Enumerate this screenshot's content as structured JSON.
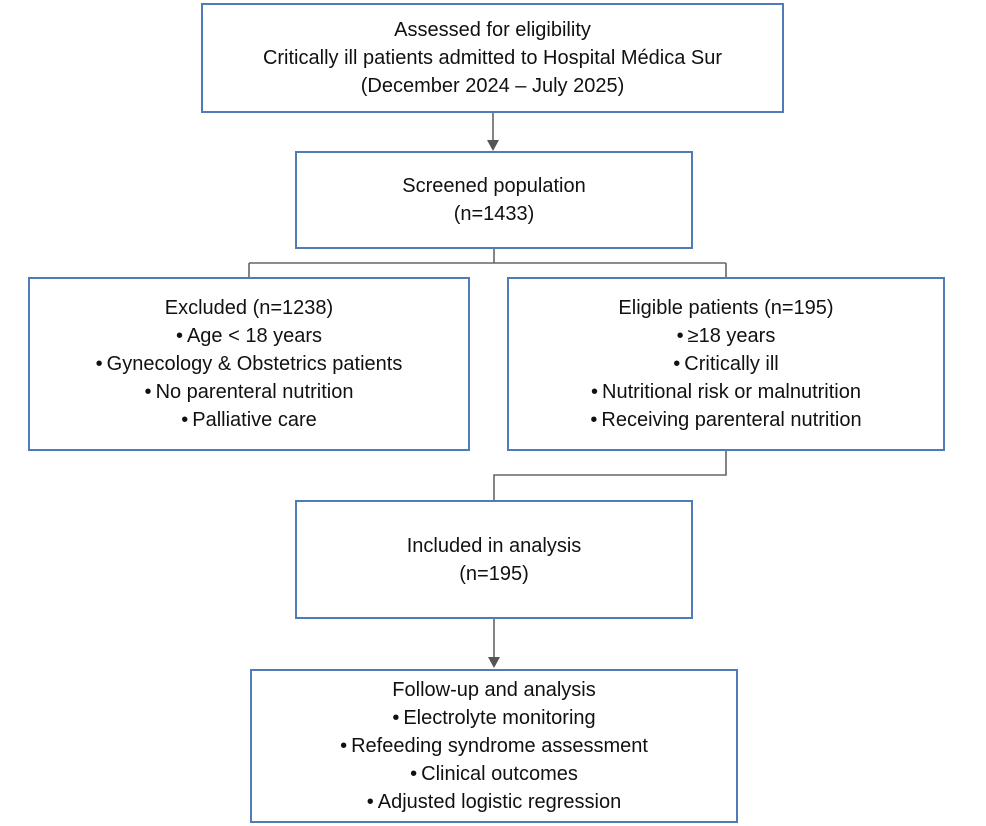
{
  "diagram_type": "flowchart",
  "colors": {
    "box_border": "#4f7cb9",
    "box_fill": "#ffffff",
    "connector": "#666666",
    "arrowhead": "#555555",
    "text": "#111111",
    "background": "#ffffff"
  },
  "bullet_glyph": "•",
  "nodes": {
    "assessed": {
      "lines": [
        "Assessed for eligibility",
        "Critically ill patients admitted to Hospital Médica Sur",
        "(December 2024 – July 2025)"
      ]
    },
    "screened": {
      "lines": [
        "Screened population",
        "(n=1433)"
      ]
    },
    "excluded": {
      "title": "Excluded (n=1238)",
      "bullets": [
        "Age < 18 years",
        "Gynecology & Obstetrics patients",
        "No parenteral nutrition",
        "Palliative care"
      ]
    },
    "eligible": {
      "title": "Eligible patients (n=195)",
      "bullets": [
        "≥18 years",
        "Critically ill",
        "Nutritional risk or malnutrition",
        "Receiving parenteral nutrition"
      ]
    },
    "included": {
      "lines": [
        "Included in analysis",
        "(n=195)"
      ]
    },
    "followup": {
      "title": "Follow-up and analysis",
      "bullets": [
        "Electrolyte monitoring",
        "Refeeding syndrome assessment",
        "Clinical outcomes",
        "Adjusted logistic regression"
      ]
    }
  },
  "edges": [
    {
      "from": "assessed",
      "to": "screened",
      "arrowhead": true
    },
    {
      "from": "screened",
      "to": "excluded",
      "arrowhead": false
    },
    {
      "from": "screened",
      "to": "eligible",
      "arrowhead": false
    },
    {
      "from": "eligible",
      "to": "included",
      "arrowhead": false
    },
    {
      "from": "included",
      "to": "followup",
      "arrowhead": true
    }
  ]
}
